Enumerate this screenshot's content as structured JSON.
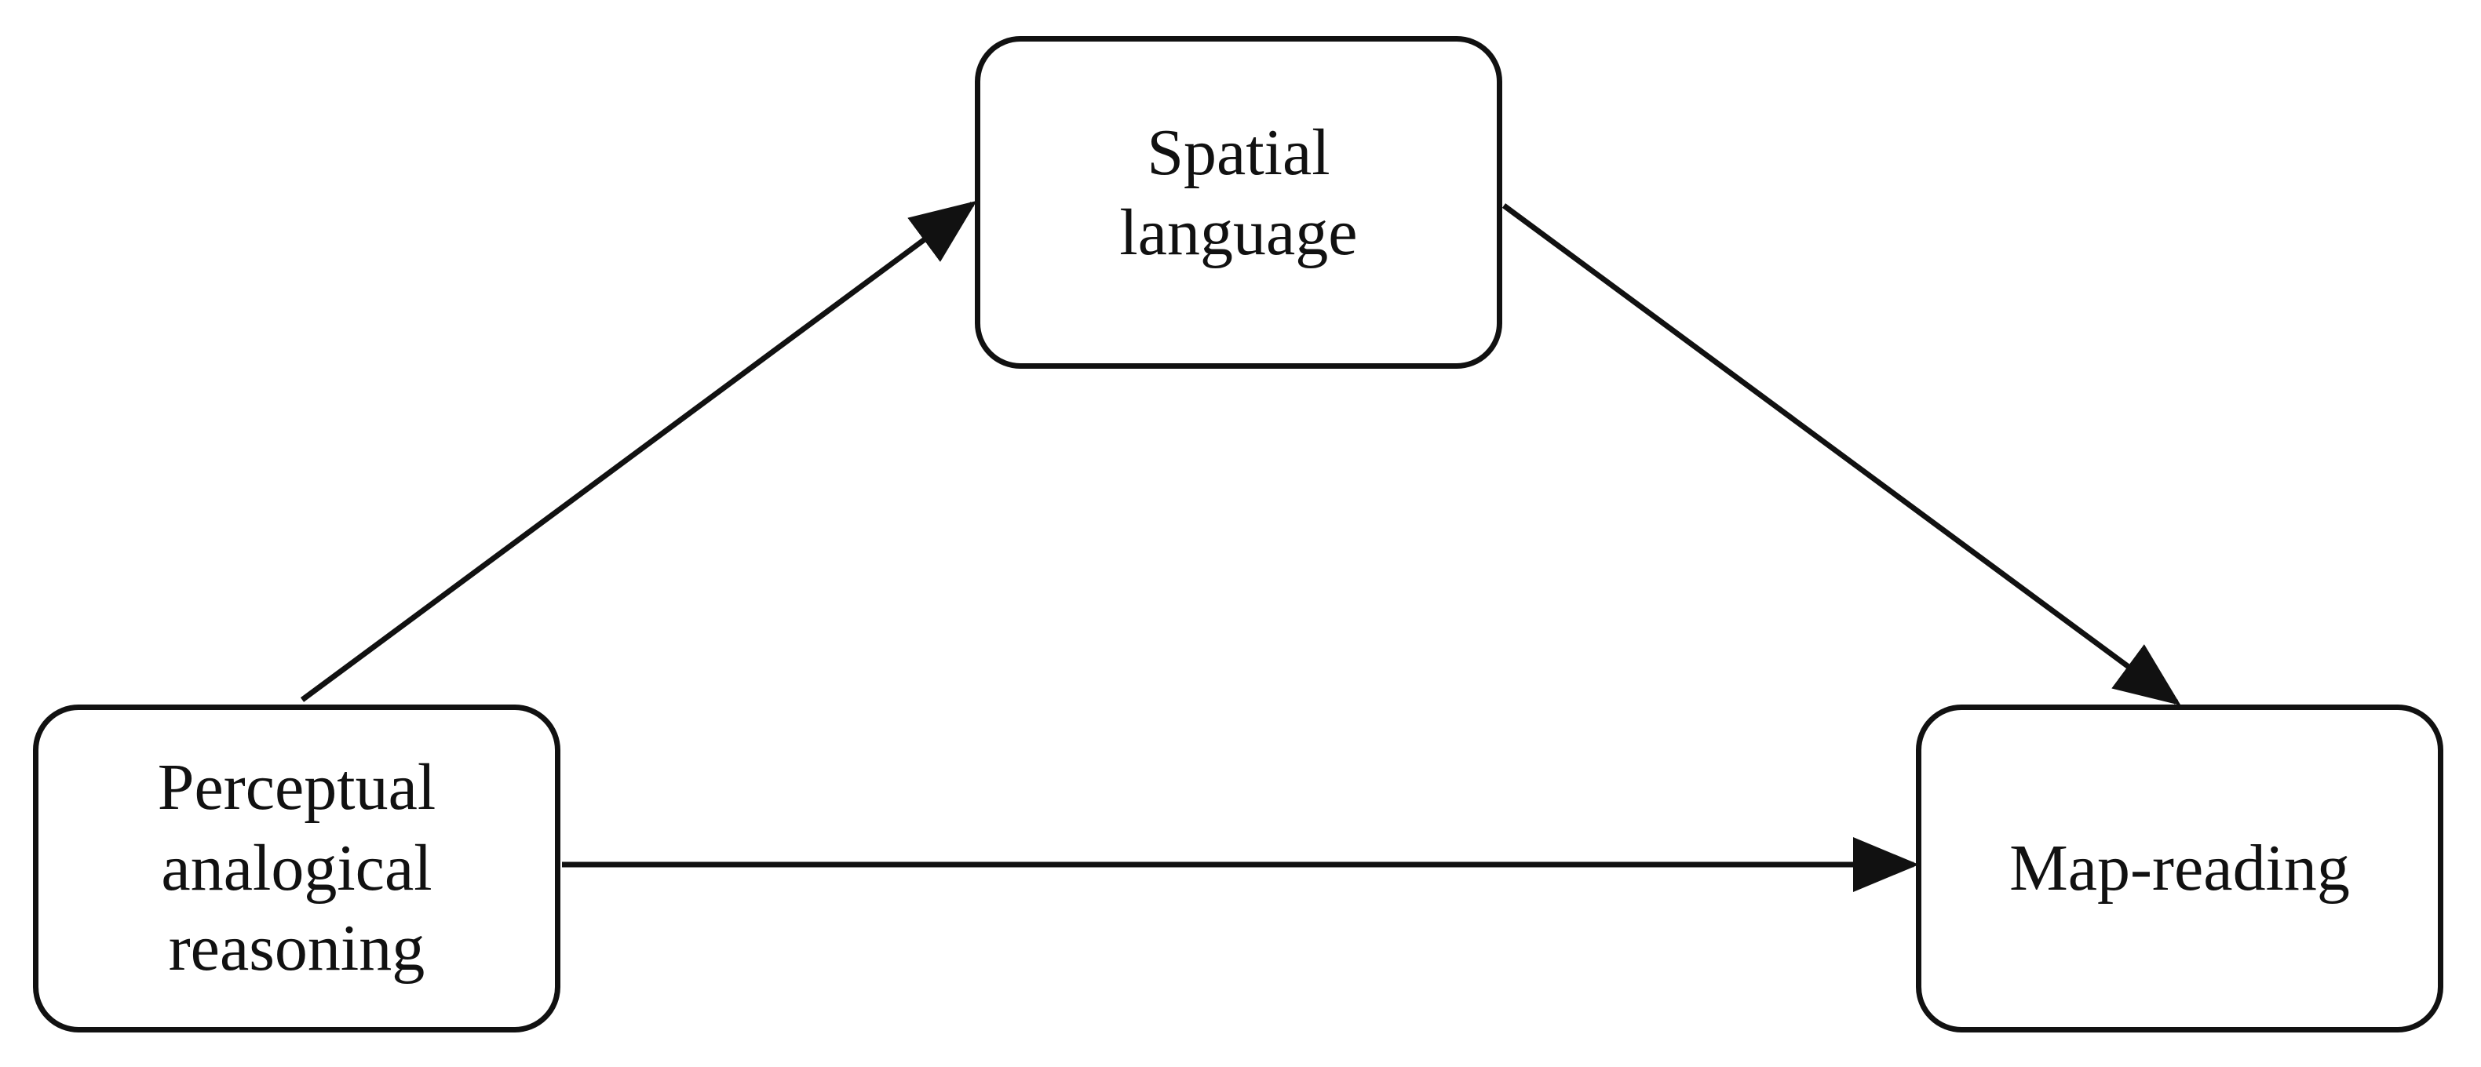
{
  "diagram": {
    "nodes": {
      "spatial_language": "Spatial\nlanguage",
      "perceptual_reasoning": "Perceptual\nanalogical\nreasoning",
      "map_reading": "Map-reading"
    },
    "edges": [
      {
        "from": "Perceptual analogical reasoning",
        "to": "Spatial language"
      },
      {
        "from": "Spatial language",
        "to": "Map-reading"
      },
      {
        "from": "Perceptual analogical reasoning",
        "to": "Map-reading"
      }
    ],
    "colors": {
      "stroke": "#111111",
      "background": "#ffffff"
    }
  }
}
